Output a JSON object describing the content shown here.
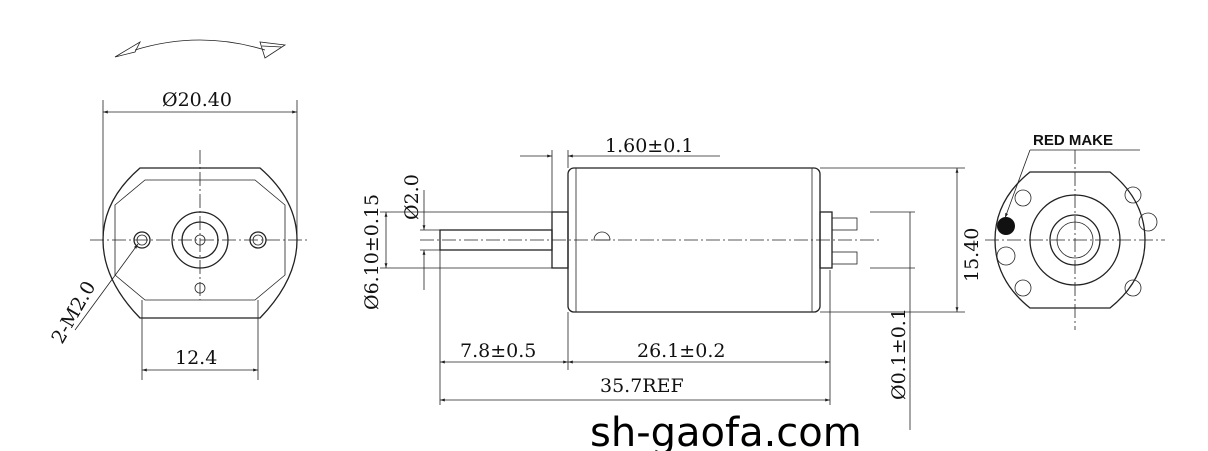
{
  "dimensions": {
    "outer_diameter": "Ø20.40",
    "thread_holes": "2-M2.0",
    "hole_spacing": "12.4",
    "flange_thickness": "1.60±0.1",
    "shaft_diameter": "Ø2.0",
    "boss_diameter": "Ø6.10±0.15",
    "body_height": "15.40",
    "shaft_length": "7.8±0.5",
    "body_length": "26.1±0.2",
    "overall_length": "35.7REF",
    "terminal_dim": "Ø0.1±0.1"
  },
  "labels": {
    "red_mark": "RED MAKE"
  },
  "watermark": "sh-gaofa.com"
}
